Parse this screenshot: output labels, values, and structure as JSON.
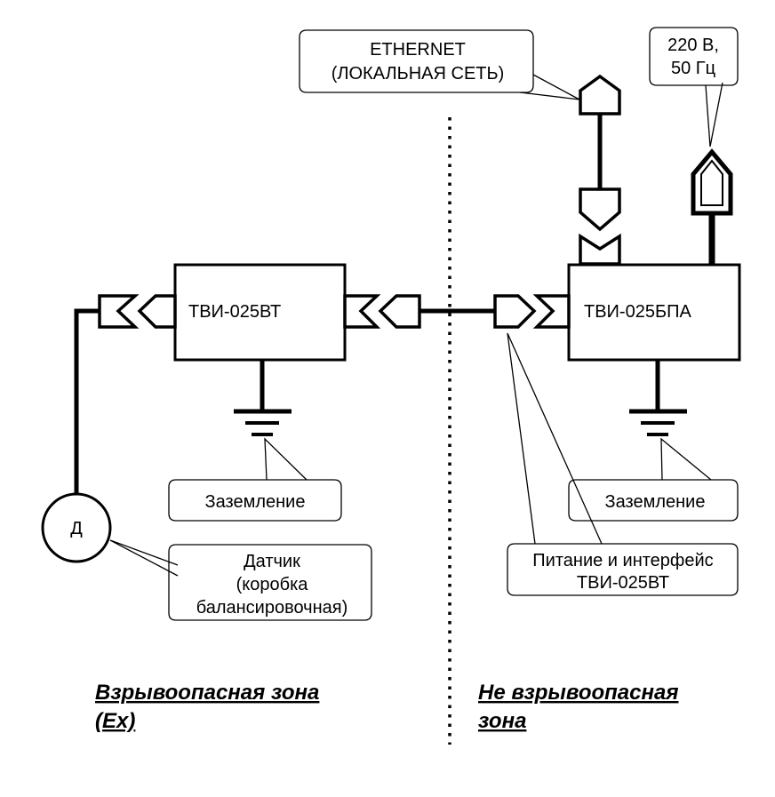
{
  "labels": {
    "ethernet_line1": "ETHERNET",
    "ethernet_line2": "(ЛОКАЛЬНАЯ СЕТЬ)",
    "power_line1": "220 В,",
    "power_line2": "50 Гц",
    "device_left": "ТВИ-025ВТ",
    "device_right": "ТВИ-025БПА",
    "ground_left": "Заземление",
    "ground_right": "Заземление",
    "sensor_symbol": "Д",
    "sensor_line1": "Датчик",
    "sensor_line2": "(коробка",
    "sensor_line3": "балансировочная)",
    "interface_line1": "Питание и интерфейс",
    "interface_line2": "ТВИ-025ВТ"
  },
  "zones": {
    "hazard_line1": "Взрывоопасная зона",
    "hazard_line2": "(Ex)",
    "safe_line1": "Не взрывоопасная",
    "safe_line2": "зона"
  }
}
